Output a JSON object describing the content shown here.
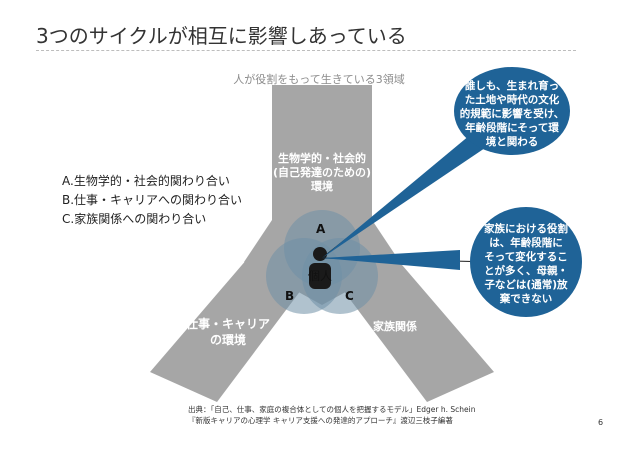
{
  "title": "3つのサイクルが相互に影響しあっている",
  "subtitle": "人が役割をもって生きている3領域",
  "list": [
    "A.生物学的・社会的関わり合い",
    "B.仕事・キャリアへの関わり合い",
    "C.家族関係への関わり合い"
  ],
  "domains": {
    "top": [
      "生物学的・社会的",
      "(自己発達のための)",
      "環境"
    ],
    "left": [
      "仕事・キャリア",
      "の環境"
    ],
    "right": "家族関係"
  },
  "center": {
    "letter_a": "A",
    "letter_b": "B",
    "letter_c": "C",
    "person_label": "個人"
  },
  "callouts": {
    "top": [
      "誰しも、生まれ育っ",
      "た土地や時代の文化",
      "的規範に影響を受け、",
      "年齢段階にそって環",
      "境と関わる"
    ],
    "bottom": [
      "家族における役割",
      "は、年齢段階に",
      "そって変化するこ",
      "とが多く、母親・",
      "子などは(通常)放",
      "棄できない"
    ]
  },
  "source": {
    "line1": "出典：「自己、仕事、家庭の複合体としての個人を把握するモデル」Edger h. Schein",
    "line2": "『新版キャリアの心理学 キャリア支援への発達的アプローチ』渡辺三枝子編著"
  },
  "page_number": "6",
  "colors": {
    "arm": "#a6a6a6",
    "circle": "#6f8fa6",
    "callout": "#1f6397",
    "person": "#1a1a1a"
  }
}
